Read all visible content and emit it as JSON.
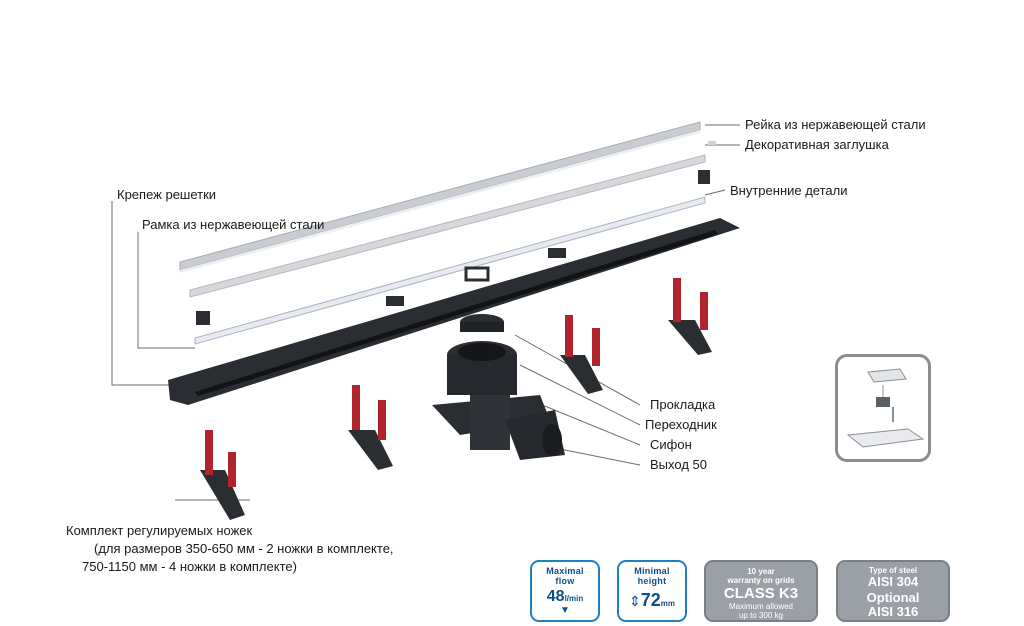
{
  "labels": {
    "rail": "Рейка из нержавеющей стали",
    "end_cap": "Декоративная заглушка",
    "inner_parts": "Внутренние детали",
    "grate_fastener": "Крепеж решетки",
    "frame": "Рамка из нержавеющей стали",
    "gasket": "Прокладка",
    "adapter": "Переходник",
    "siphon": "Сифон",
    "outlet": "Выход 50"
  },
  "feet_kit": {
    "line1": "Комплект регулируемых ножек",
    "line2": "(для размеров 350-650 мм - 2 ножки в комплекте,",
    "line3": "750-1150 мм - 4 ножки в комплекте)"
  },
  "badges": {
    "flow": {
      "caption1": "Maximal",
      "caption2": "flow",
      "value": "48",
      "unit": "l/min"
    },
    "height": {
      "caption1": "Minimal",
      "caption2": "height",
      "value": "72",
      "unit": "mm"
    },
    "warranty": {
      "line1": "10 year",
      "line2": "warranty on grids",
      "class": "CLASS K3",
      "line3": "Maximum allowed",
      "line4": "up to 300 kg"
    },
    "steel": {
      "line1": "Type of steel",
      "line2": "AISI 304",
      "line3": "Optional",
      "line4": "AISI 316"
    }
  },
  "colors": {
    "badge_blue": "#1e7fc2",
    "badge_grey": "#9aa0a6",
    "foot_red": "#b0252d",
    "channel_dark": "#2a2d31"
  }
}
